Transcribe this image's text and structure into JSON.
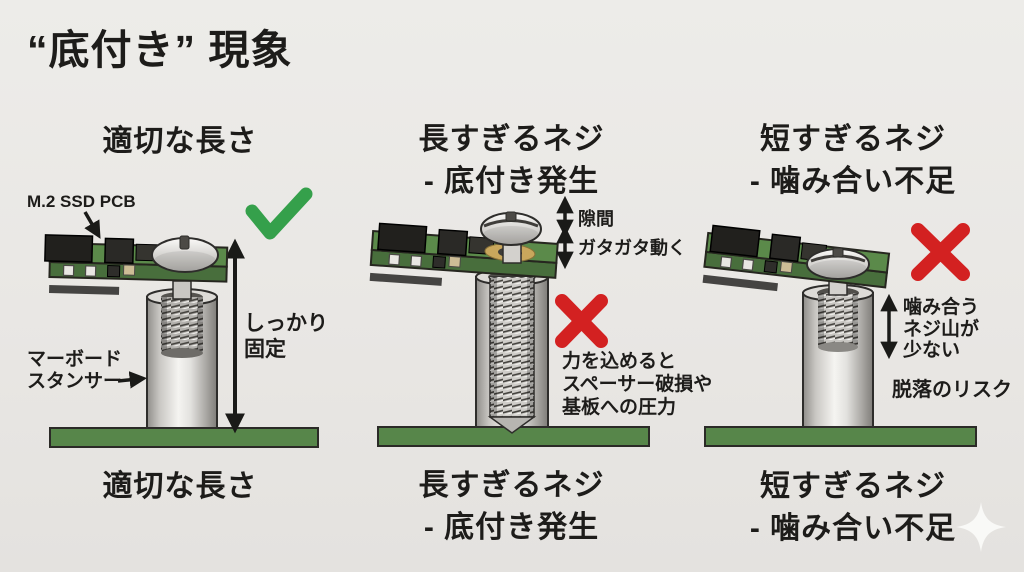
{
  "title": "“底付き” 現象",
  "icons": {
    "check": "check-icon",
    "cross": "x-icon",
    "sparkle": "sparkle-icon"
  },
  "left": {
    "heading": "適切な長さ",
    "pcb_label": "M.2 SSD PCB",
    "fix_line1": "しっかり",
    "fix_line2": "固定",
    "standoff_line1": "マーボード",
    "standoff_line2": "スタンサー",
    "caption": "適切な長さ"
  },
  "middle": {
    "heading_line1": "長すぎるネジ",
    "heading_line2": "- 底付き発生",
    "gap_label": "隙間",
    "rattle_label": "ガタガタ動く",
    "warn_line1": "力を込めると",
    "warn_line2": "スペーサー破損や",
    "warn_line3": "基板への圧力",
    "caption_line1": "長すぎるネジ",
    "caption_line2": "- 底付き発生"
  },
  "right": {
    "heading_line1": "短すぎるネジ",
    "heading_line2": "- 噛み合い不足",
    "engage_line1": "噛み合う",
    "engage_line2": "ネジ山が",
    "engage_line3": "少ない",
    "risk_label": "脱落のリスク",
    "caption_line1": "短すぎるネジ",
    "caption_line2": "- 噛み合い不足"
  },
  "colors": {
    "background": "#e9e7e4",
    "text": "#1d1c1a",
    "check_green": "#35a04b",
    "cross_red": "#d32121",
    "pcb_top": "#5b8a4a",
    "pcb_front": "#486e3c",
    "base_bar": "#57864a",
    "gold_pad": "#c9a75c"
  }
}
